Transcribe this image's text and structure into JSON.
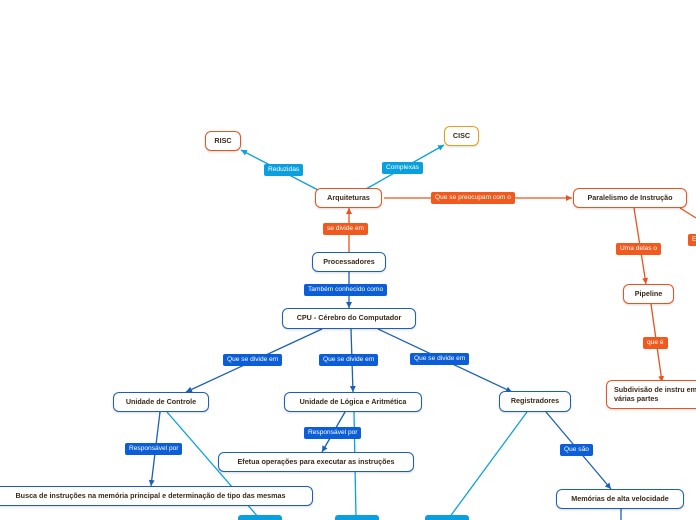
{
  "nodes": {
    "risc": "RISC",
    "cisc": "CISC",
    "arquiteturas": "Arquiteturas",
    "paralelismo": "Paralelismo de Instrução",
    "processadores": "Processadores",
    "pipeline": "Pipeline",
    "cpu": "CPU - Cérebro do Computador",
    "subdivisao": "Subdivisão de instru em várias partes",
    "unidade_controle": "Unidade de Controle",
    "ula": "Unidade de Lógica e Aritmética",
    "registradores": "Registradores",
    "efetua": "Efetua operações para executar as instruções",
    "memorias": "Memórias de alta velocidade",
    "busca": "Busca de instruções na memória principal e determinação de tipo das mesmas"
  },
  "labels": {
    "reduzidas": "Reduzidas",
    "complexas": "Complexas",
    "preocupam": "Que se preocupam com o",
    "divide_em": "se divide em",
    "uma_delas": "Uma delas o",
    "edge_stub": "E",
    "conhecido": "Também conhecido como",
    "que_e": "que é",
    "divide_1": "Que se divide em",
    "divide_2": "Que se divide em",
    "divide_3": "Que se divide em",
    "responsavel_1": "Responsável por",
    "responsavel_2": "Responsável por",
    "que_sao": "Que são"
  },
  "colors": {
    "blue": "#1d5fb8",
    "cyan": "#0aa0e0",
    "orange": "#e8531f",
    "gold": "#e3a21a"
  }
}
